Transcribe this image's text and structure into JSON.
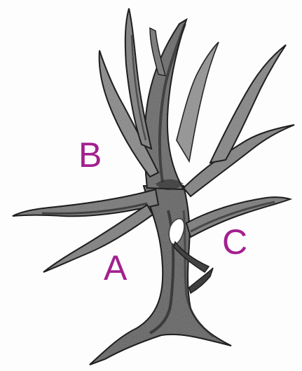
{
  "labels": {
    "a": "A",
    "b": "B",
    "c": "C"
  },
  "colors": {
    "label": "#a3208f",
    "pencil_dark": "#2e2e2e",
    "pencil_mid": "#6e6e6e",
    "pencil_light": "#a9a9a9",
    "paper": "#fdfdfd"
  }
}
